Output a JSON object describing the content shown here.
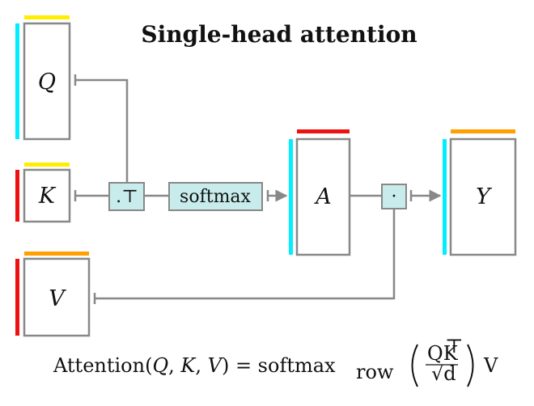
{
  "title": "Single-head attention",
  "colors": {
    "yellow": "#ffee00",
    "cyan": "#00eeff",
    "red": "#ee1111",
    "orange": "#ff9f00",
    "op_fill": "#c8ecec",
    "stroke": "#888888"
  },
  "matrices": {
    "q": "Q",
    "k": "K",
    "v": "V",
    "a": "A",
    "y": "Y"
  },
  "ops": {
    "transpose": ".⊤",
    "softmax": "softmax",
    "dot": "·"
  },
  "formula": {
    "lhs": "Attention(",
    "args_q": "Q",
    "comma1": ", ",
    "args_k": "K",
    "comma2": ", ",
    "args_v": "V",
    "close": ") = softmax",
    "sub": "row",
    "num_q": "Q",
    "num_k": "K",
    "num_sup": "⊤",
    "den": "√d",
    "tail": "V"
  }
}
